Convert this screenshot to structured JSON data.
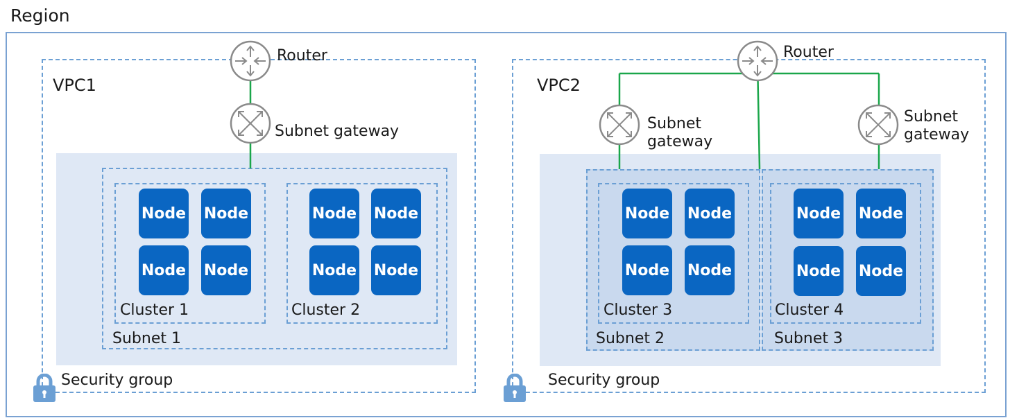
{
  "region": {
    "label": "Region"
  },
  "vpcs": [
    {
      "label": "VPC1",
      "router_label": "Router",
      "gateway_labels": [
        "Subnet gateway"
      ],
      "security_group_label": "Security group",
      "subnets": [
        {
          "label": "Subnet 1",
          "clusters": [
            {
              "label": "Cluster 1",
              "nodes": [
                "Node",
                "Node",
                "Node",
                "Node"
              ]
            },
            {
              "label": "Cluster 2",
              "nodes": [
                "Node",
                "Node",
                "Node",
                "Node"
              ]
            }
          ]
        }
      ]
    },
    {
      "label": "VPC2",
      "router_label": "Router",
      "gateway_labels": [
        "Subnet\ngateway",
        "Subnet\ngateway"
      ],
      "security_group_label": "Security group",
      "subnets": [
        {
          "label": "Subnet 2",
          "clusters": [
            {
              "label": "Cluster 3",
              "nodes": [
                "Node",
                "Node",
                "Node",
                "Node"
              ]
            }
          ]
        },
        {
          "label": "Subnet 3",
          "clusters": [
            {
              "label": "Cluster 4",
              "nodes": [
                "Node",
                "Node",
                "Node",
                "Node"
              ]
            }
          ]
        }
      ]
    }
  ],
  "icons": {
    "router": "router-icon",
    "gateway": "subnet-gateway-icon",
    "lock": "lock-icon"
  },
  "colors": {
    "region_border": "#7aa2d2",
    "dashed_border": "#6b9fd4",
    "link_line": "#1aa64a",
    "node_fill": "#0a66c2",
    "area_fill": "#dfe8f5",
    "subnet_fill": "#c9d9ee",
    "icon_stroke": "#8a8a8a"
  }
}
